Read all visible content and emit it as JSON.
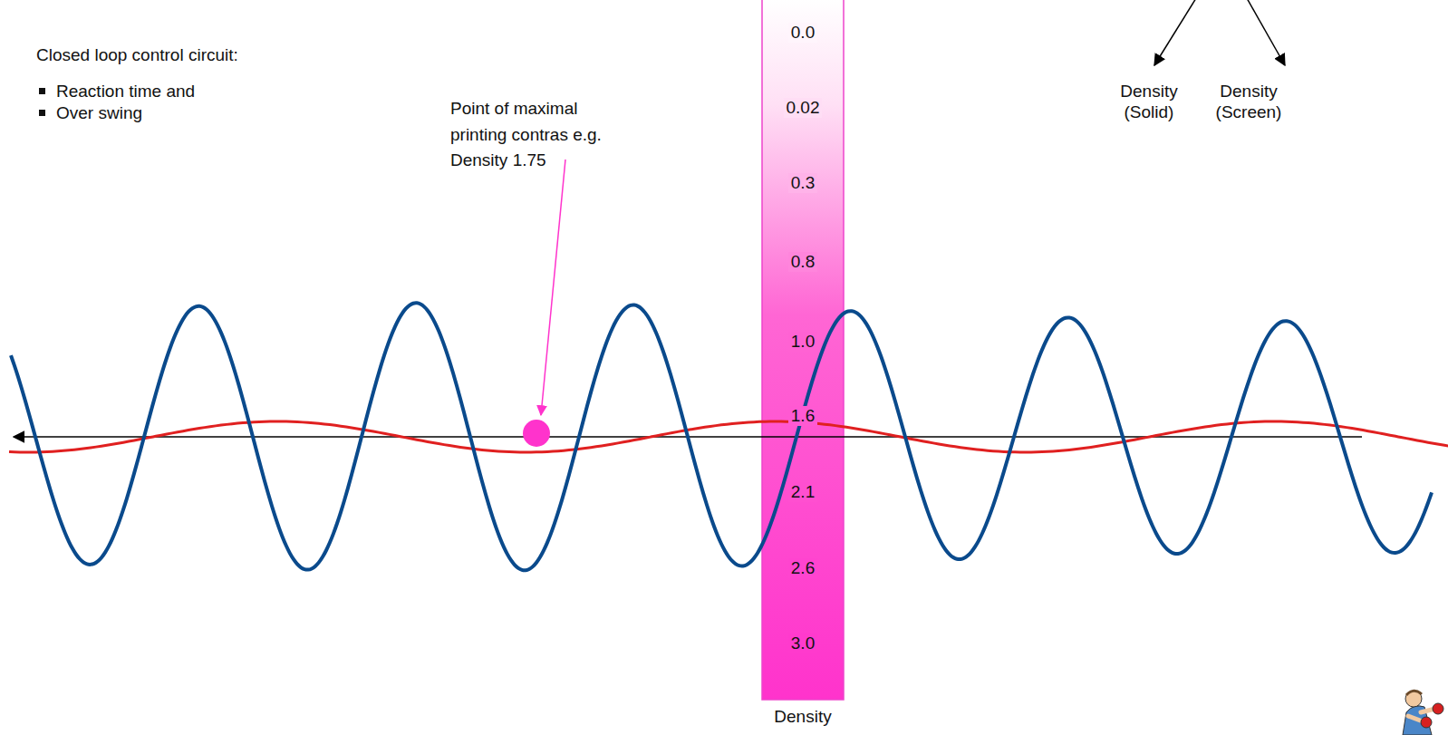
{
  "diagram": {
    "nodes": [
      {
        "text": [
          "0.0",
          "0.02",
          "0.3",
          "0.8",
          "1.0",
          "1.6",
          "2.1",
          "2.6",
          "3.0",
          "Density"
        ]
      }
    ],
    "labels": [
      "Closed loop control circuit:",
      "Reaction time and",
      "Over swing",
      "Point of maximal printing contras e.g. Density 1.75",
      "Density (Solid)",
      "Density (Screen)"
    ]
  }
}
